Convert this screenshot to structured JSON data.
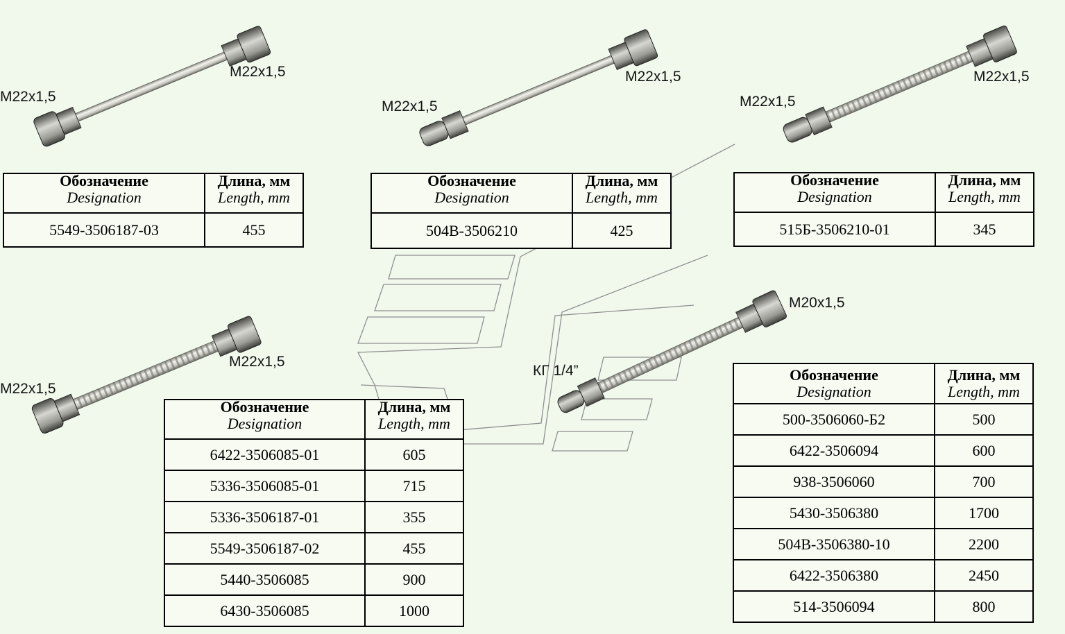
{
  "colors": {
    "background": "#f1f9ed",
    "metal_light": "#e6e6e0",
    "metal_dark": "#5a5a55",
    "watermark_stroke": "#8a8a8a"
  },
  "headers": {
    "designation_ru": "Обозначение",
    "designation_en": "Designation",
    "length_ru": "Длина, мм",
    "length_en": "Length, mm"
  },
  "hoses": [
    {
      "id": "hose-1",
      "kind": "smooth",
      "labels": {
        "left": "M22x1,5",
        "right": "M22x1,5"
      },
      "rows": [
        {
          "designation": "5549-3506187-03",
          "length": "455"
        }
      ]
    },
    {
      "id": "hose-2",
      "kind": "smooth",
      "labels": {
        "left": "M22x1,5",
        "right": "M22x1,5"
      },
      "rows": [
        {
          "designation": "504В-3506210",
          "length": "425"
        }
      ]
    },
    {
      "id": "hose-3",
      "kind": "corrugated",
      "labels": {
        "left": "M22x1,5",
        "right": "M22x1,5"
      },
      "rows": [
        {
          "designation": "515Б-3506210-01",
          "length": "345"
        }
      ]
    },
    {
      "id": "hose-4",
      "kind": "corrugated",
      "labels": {
        "left": "M22x1,5",
        "right": "M22x1,5"
      },
      "rows": [
        {
          "designation": "6422-3506085-01",
          "length": "605"
        },
        {
          "designation": "5336-3506085-01",
          "length": "715"
        },
        {
          "designation": "5336-3506187-01",
          "length": "355"
        },
        {
          "designation": "5549-3506187-02",
          "length": "455"
        },
        {
          "designation": "5440-3506085",
          "length": "900"
        },
        {
          "designation": "6430-3506085",
          "length": "1000"
        }
      ]
    },
    {
      "id": "hose-5",
      "kind": "corrugated",
      "labels": {
        "left": "КГ 1/4”",
        "right": "M20x1,5"
      },
      "rows": [
        {
          "designation": "500-3506060-Б2",
          "length": "500"
        },
        {
          "designation": "6422-3506094",
          "length": "600"
        },
        {
          "designation": "938-3506060",
          "length": "700"
        },
        {
          "designation": "5430-3506380",
          "length": "1700"
        },
        {
          "designation": "504В-3506380-10",
          "length": "2200"
        },
        {
          "designation": "6422-3506380",
          "length": "2450"
        },
        {
          "designation": "514-3506094",
          "length": "800"
        }
      ]
    }
  ]
}
